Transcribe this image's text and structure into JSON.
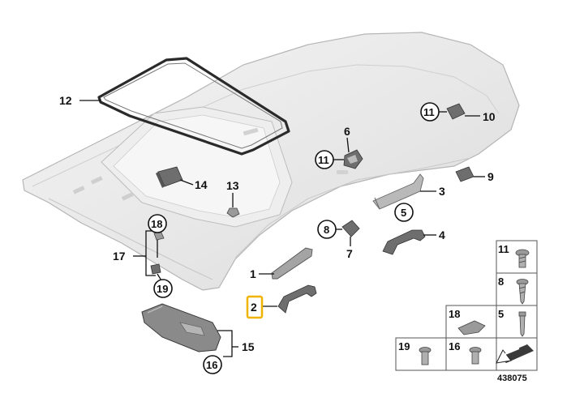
{
  "diagram": {
    "labels": {
      "l1": "1",
      "l2": "2",
      "l3": "3",
      "l4": "4",
      "l5": "5",
      "l6": "6",
      "l7": "7",
      "l8": "8",
      "l9": "9",
      "l10": "10",
      "l11a": "11",
      "l11b": "11",
      "l12": "12",
      "l13": "13",
      "l14": "14",
      "l15": "15",
      "l16": "16",
      "l17": "17",
      "l18": "18",
      "l19": "19"
    },
    "legend": {
      "c11": "11",
      "c8": "8",
      "c18": "18",
      "c5": "5",
      "c19": "19",
      "c16": "16"
    },
    "drawing_number": "438075",
    "highlight_color": "#f0b400"
  }
}
